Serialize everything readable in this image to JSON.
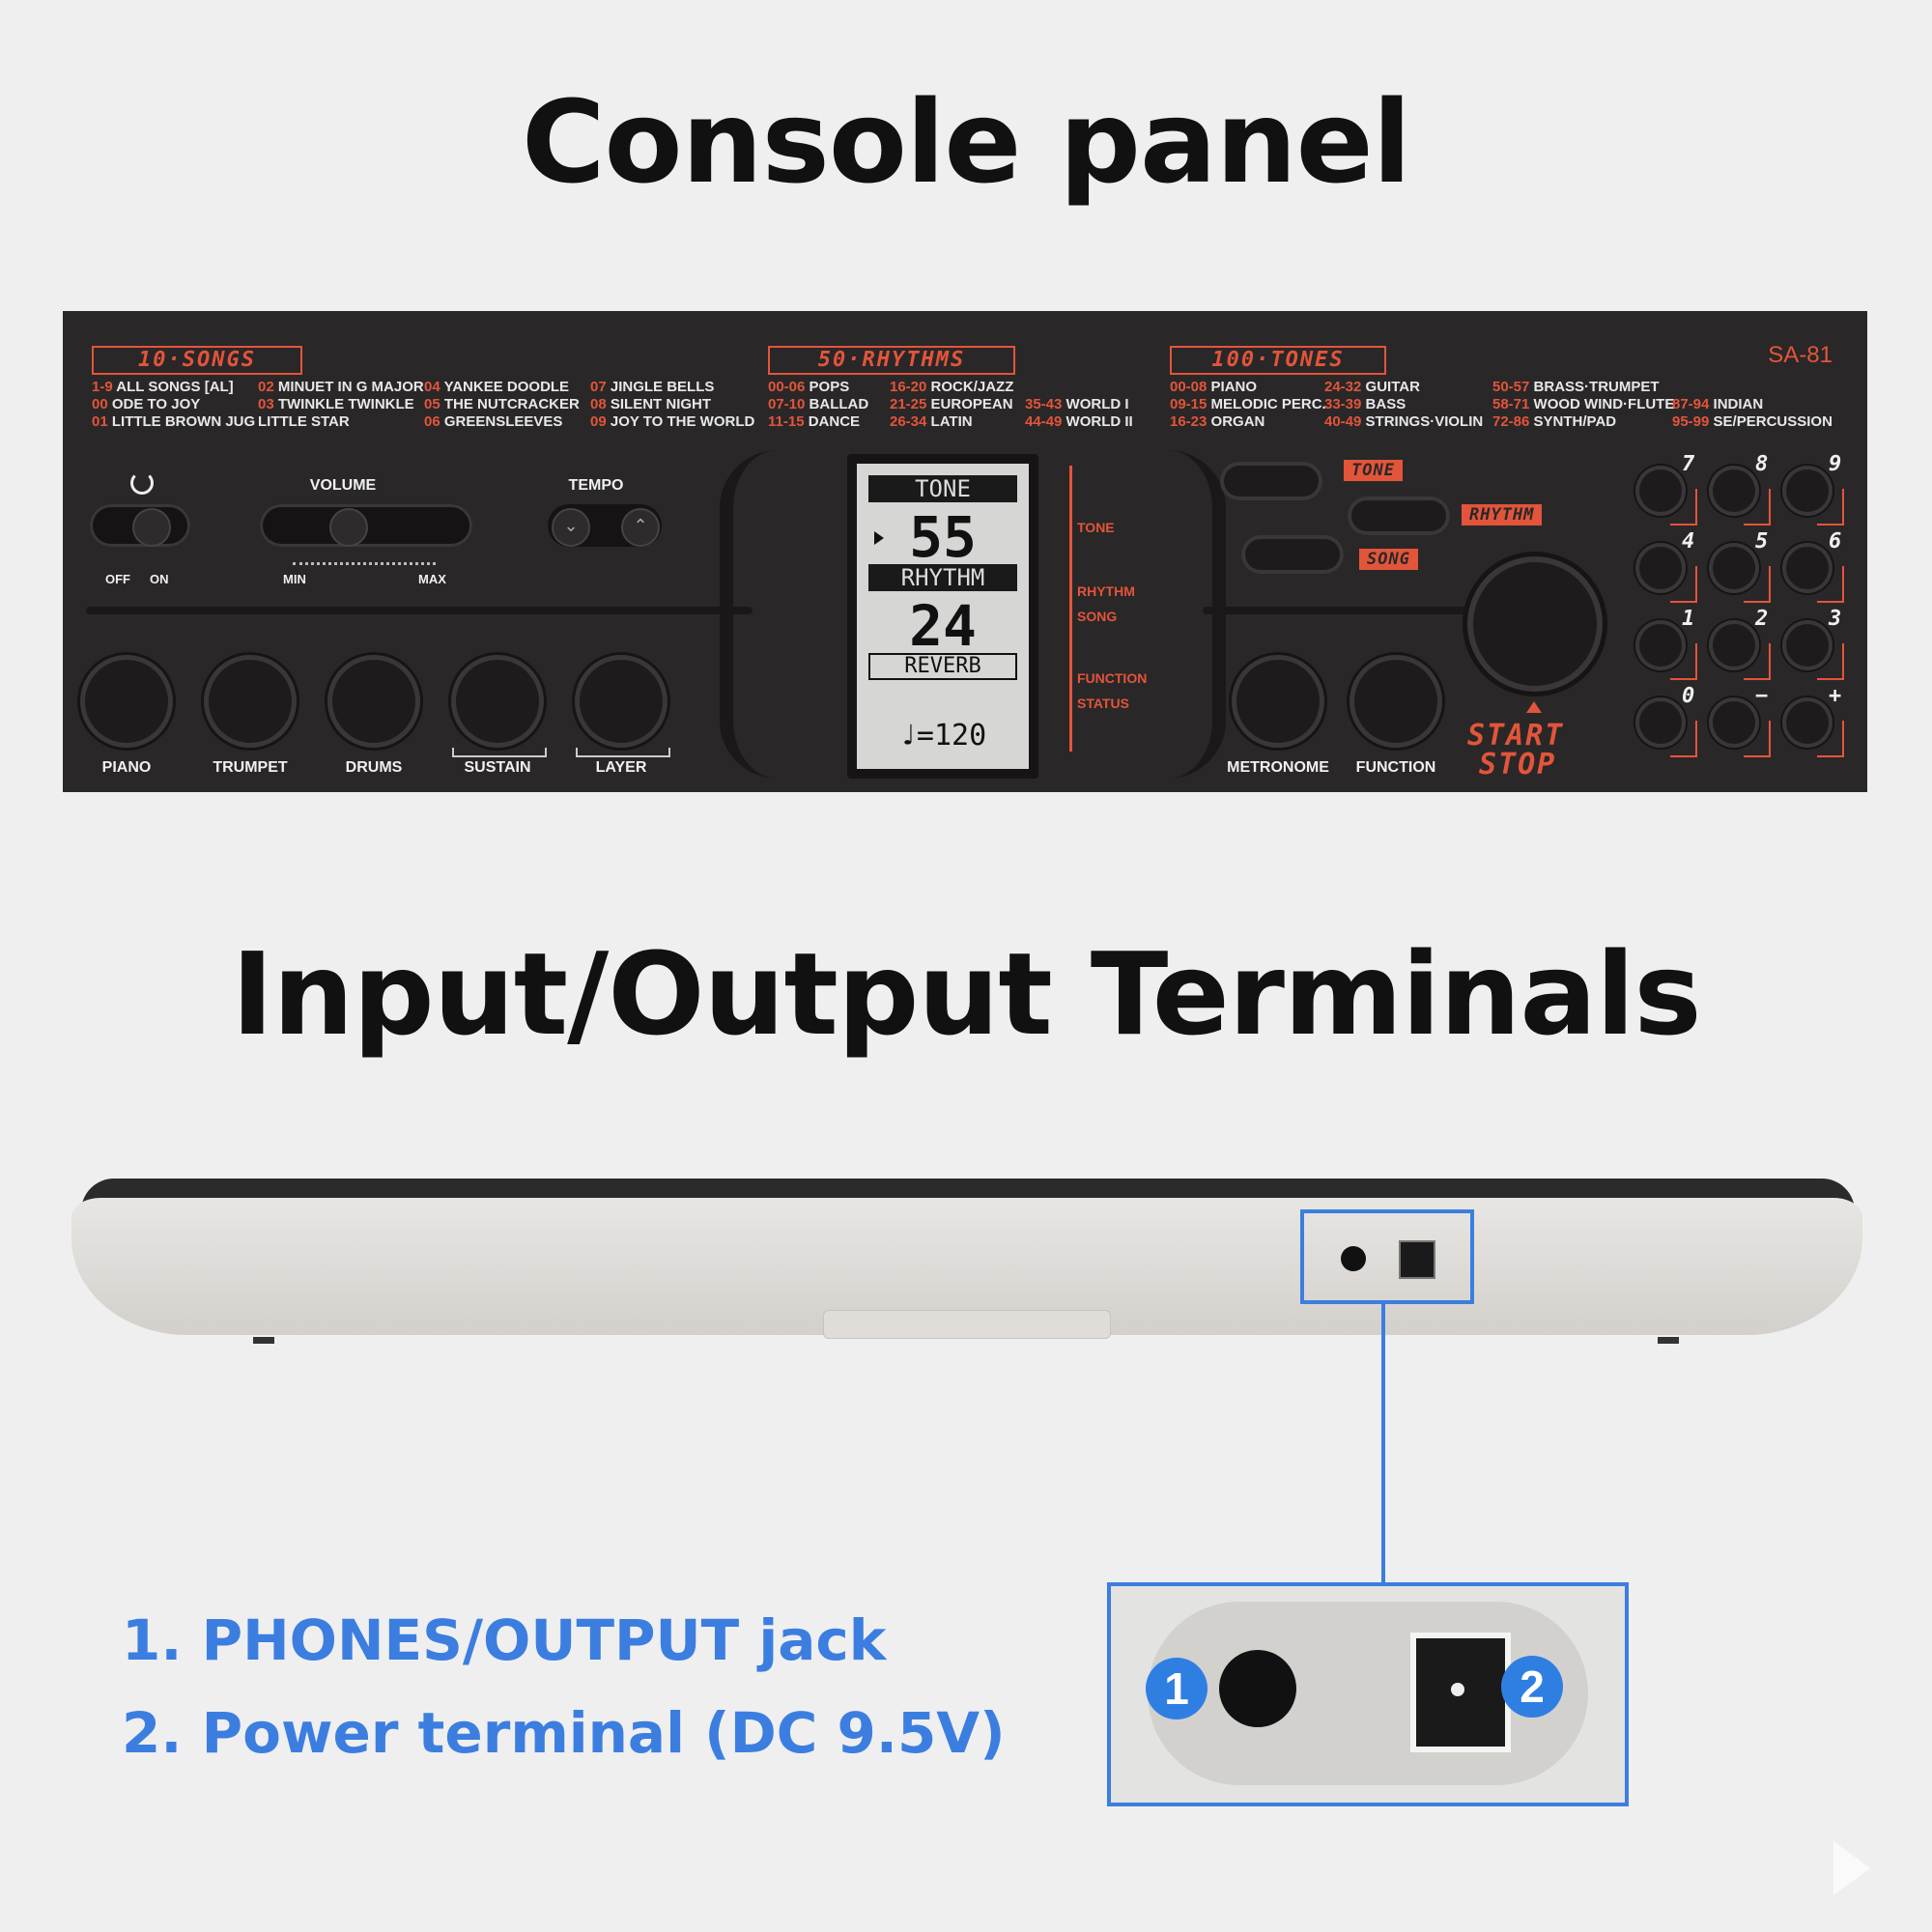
{
  "titles": {
    "console": "Console panel",
    "io": "Input/Output Terminals"
  },
  "panel": {
    "model": "SA-81",
    "songs_title": "10·SONGS",
    "songs_col1": [
      [
        "1-9",
        "ALL SONGS [AL]"
      ],
      [
        "00",
        "ODE TO JOY"
      ],
      [
        "01",
        "LITTLE BROWN JUG"
      ]
    ],
    "songs_col2": [
      [
        "02",
        "MINUET IN G MAJOR"
      ],
      [
        "03",
        "TWINKLE TWINKLE"
      ],
      [
        "",
        "LITTLE STAR"
      ]
    ],
    "songs_col3": [
      [
        "04",
        "YANKEE DOODLE"
      ],
      [
        "05",
        "THE NUTCRACKER"
      ],
      [
        "06",
        "GREENSLEEVES"
      ]
    ],
    "songs_col4": [
      [
        "07",
        "JINGLE BELLS"
      ],
      [
        "08",
        "SILENT NIGHT"
      ],
      [
        "09",
        "JOY TO THE WORLD"
      ]
    ],
    "rhythms_title": "50·RHYTHMS",
    "rhythms_col1": [
      [
        "00-06",
        "POPS"
      ],
      [
        "07-10",
        "BALLAD"
      ],
      [
        "11-15",
        "DANCE"
      ]
    ],
    "rhythms_col2": [
      [
        "16-20",
        "ROCK/JAZZ"
      ],
      [
        "21-25",
        "EUROPEAN"
      ],
      [
        "26-34",
        "LATIN"
      ]
    ],
    "rhythms_col3": [
      [
        "",
        ""
      ],
      [
        "35-43",
        "WORLD I"
      ],
      [
        "44-49",
        "WORLD II"
      ]
    ],
    "tones_title": "100·TONES",
    "tones_col1": [
      [
        "00-08",
        "PIANO"
      ],
      [
        "09-15",
        "MELODIC PERC."
      ],
      [
        "16-23",
        "ORGAN"
      ]
    ],
    "tones_col2": [
      [
        "24-32",
        "GUITAR"
      ],
      [
        "33-39",
        "BASS"
      ],
      [
        "40-49",
        "STRINGS·VIOLIN"
      ]
    ],
    "tones_col3": [
      [
        "50-57",
        "BRASS·TRUMPET"
      ],
      [
        "58-71",
        "WOOD WIND·FLUTE"
      ],
      [
        "72-86",
        "SYNTH/PAD"
      ]
    ],
    "tones_col4": [
      [
        "",
        ""
      ],
      [
        "87-94",
        "INDIAN"
      ],
      [
        "95-99",
        "SE/PERCUSSION"
      ]
    ],
    "power_icon": "power-icon",
    "off": "OFF",
    "on": "ON",
    "volume": "VOLUME",
    "min": "MIN",
    "max": "MAX",
    "tempo": "TEMPO",
    "lcd": {
      "tone_label": "TONE",
      "tone_value": "55",
      "rhythm_label": "RHYTHM",
      "rhythm_value": "24",
      "reverb": "REVERB",
      "tempo_readout": "♩=120"
    },
    "side_labels": {
      "tone": "TONE",
      "rhythm": "RHYTHM",
      "song": "SONG",
      "function": "FUNCTION",
      "status": "STATUS"
    },
    "bottom_buttons": [
      "PIANO",
      "TRUMPET",
      "DRUMS",
      "SUSTAIN",
      "LAYER"
    ],
    "mode_badges": {
      "tone": "TONE",
      "rhythm": "RHYTHM",
      "song": "SONG"
    },
    "metronome": "METRONOME",
    "function": "FUNCTION",
    "start": "START",
    "stop": "STOP",
    "keypad": [
      "7",
      "8",
      "9",
      "4",
      "5",
      "6",
      "1",
      "2",
      "3",
      "0",
      "−",
      "+"
    ],
    "accent": "#e2553a"
  },
  "legend": {
    "item1": "1.  PHONES/OUTPUT jack",
    "item2": "2. Power terminal (DC 9.5V)",
    "badge1": "1",
    "badge2": "2",
    "color": "#3c7ee0"
  }
}
